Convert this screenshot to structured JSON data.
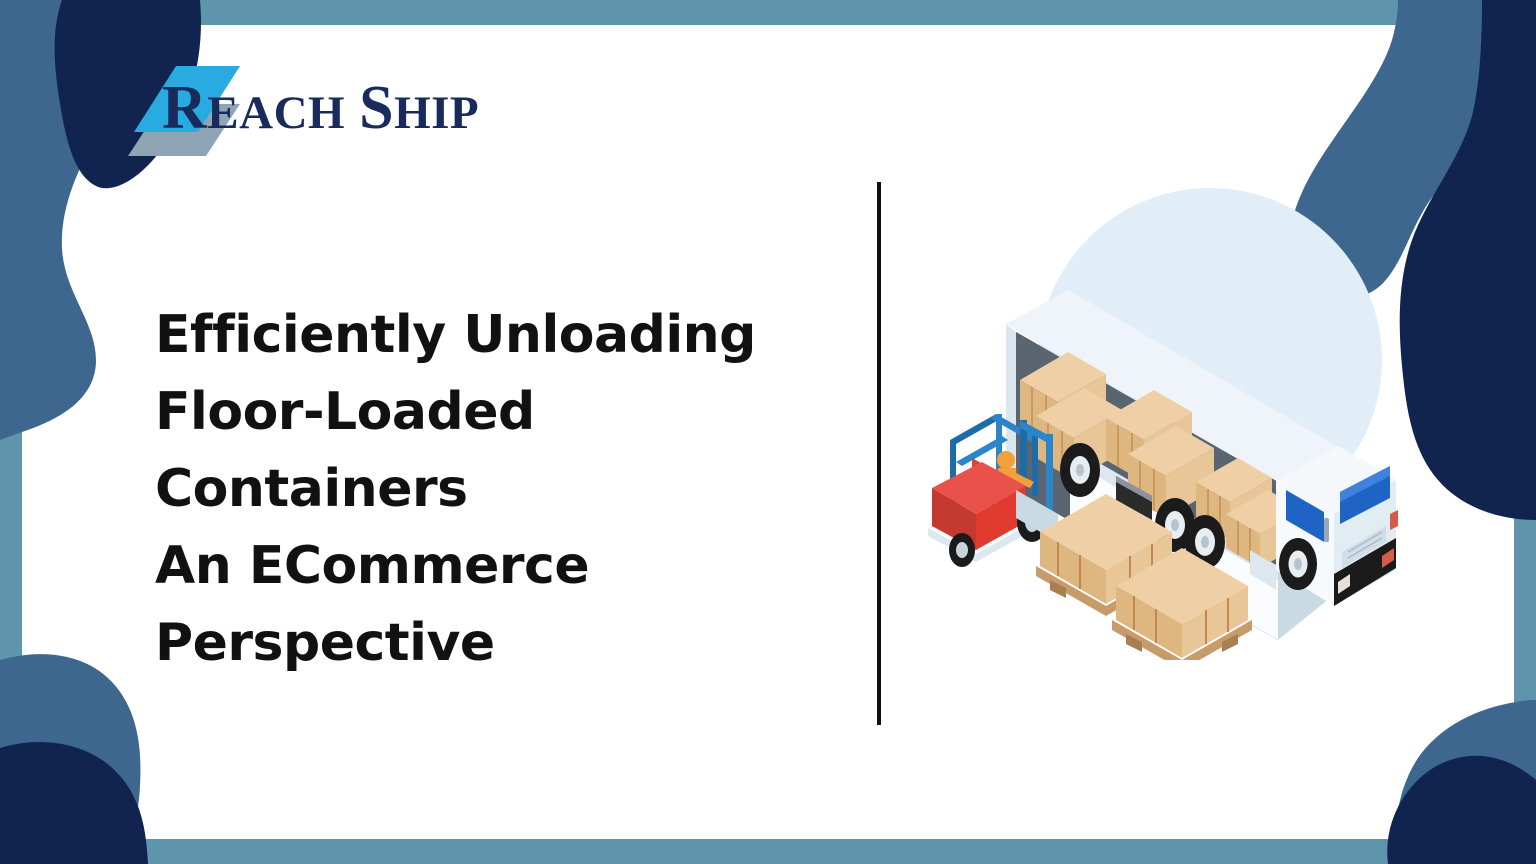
{
  "document": {
    "type": "blog-title-slide",
    "background_color": "#ffffff",
    "border_color": "#5E95AD"
  },
  "brand": {
    "logo_name": "reachship-logo",
    "word_part_1_cap": "R",
    "word_part_1_rest": "EACH",
    "word_part_2_cap": "S",
    "word_part_2_rest": "HIP",
    "full_text": "ReachShip",
    "wordmark_color": "#182B5C",
    "mark_cyan": "#29ABE2",
    "mark_gray": "#8FA5B5"
  },
  "headline": {
    "full_text": "Efficiently Unloading Floor-Loaded Containers An ECommerce Perspective",
    "lines": [
      "Efficiently Unloading",
      "Floor-Loaded",
      "Containers",
      "An ECommerce",
      "Perspective"
    ],
    "color": "#111111"
  },
  "divider": {
    "name": "vertical-rule",
    "color": "#111111"
  },
  "illustration": {
    "name": "truck-unloading-illustration",
    "description": "Isometric semi-truck with open trailer being unloaded by a red forklift, stacked cardboard boxes on wooden pallets",
    "backdrop_circle_color": "#E1EEF7",
    "truck_body_color": "#EEF4F8",
    "truck_shade_color": "#C7D8E3",
    "trailer_interior_color": "#5A6571",
    "forklift_color": "#E03B2E",
    "forklift_mast_color": "#1C6CA8",
    "box_color": "#E8C79B",
    "box_shade_color": "#D2AC7B",
    "pallet_color": "#C79B6A",
    "wheel_color": "#1B1B1B",
    "window_color": "#1F63C4",
    "worker_vest_color": "#F2A03D"
  },
  "decorations": {
    "corner_blobs": [
      {
        "name": "blob-top-left",
        "back_color": "#3D678E",
        "front_color": "#112450"
      },
      {
        "name": "blob-top-right",
        "back_color": "#3D678E",
        "front_color": "#112450"
      },
      {
        "name": "blob-bottom-left",
        "back_color": "#3D678E",
        "front_color": "#112450"
      },
      {
        "name": "blob-bottom-right",
        "back_color": "#3D678E",
        "front_color": "#112450"
      }
    ]
  }
}
